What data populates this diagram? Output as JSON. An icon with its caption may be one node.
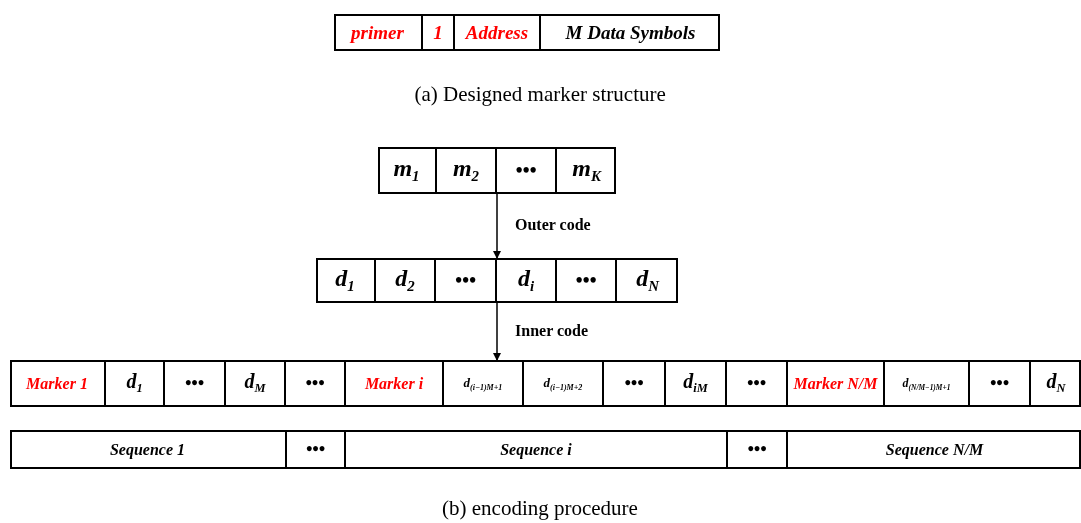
{
  "diagram": {
    "nodes": [
      {
        "text": [],
        "shape": "box"
      },
      {
        "text": [
          "primer"
        ],
        "in": 0
      },
      {
        "text": [
          "1"
        ],
        "in": 0
      },
      {
        "text": [
          "Address"
        ],
        "in": 0
      },
      {
        "text": [
          "M Data Symbols"
        ],
        "in": 0
      },
      {
        "text": [],
        "shape": "box"
      },
      {
        "text": [
          "m$_{1}$"
        ],
        "in": 5
      },
      {
        "text": [
          "m$_{2}$"
        ],
        "in": 5
      },
      {
        "text": [
          "•••"
        ],
        "in": 5
      },
      {
        "text": [
          "m$_{K}$"
        ],
        "in": 5
      },
      {
        "text": [],
        "shape": "box"
      },
      {
        "text": [
          "d$_{1}$"
        ],
        "in": 10
      },
      {
        "text": [
          "d$_{2}$"
        ],
        "in": 10
      },
      {
        "text": [
          "•••"
        ],
        "in": 10
      },
      {
        "text": [
          "d$_{i}$"
        ],
        "in": 10
      },
      {
        "text": [
          "•••"
        ],
        "in": 10
      },
      {
        "text": [
          "d$_{N}$"
        ],
        "in": 10
      },
      {
        "text": [],
        "shape": "box"
      },
      {
        "text": [
          "Marker 1"
        ],
        "in": 17
      },
      {
        "text": [
          "d$_{1}$"
        ],
        "in": 17
      },
      {
        "text": [
          "•••"
        ],
        "in": 17
      },
      {
        "text": [
          "d$_{M}$"
        ],
        "in": 17
      },
      {
        "text": [
          "•••"
        ],
        "in": 17
      },
      {
        "text": [
          "Marker i"
        ],
        "in": 17
      },
      {
        "text": [
          "d$_{(i−1)M+1}$"
        ],
        "in": 17
      },
      {
        "text": [
          "d$_{(i−1)M+2}$"
        ],
        "in": 17
      },
      {
        "text": [
          "•••"
        ],
        "in": 17
      },
      {
        "text": [
          "d$_{iM}$"
        ],
        "in": 17
      },
      {
        "text": [
          "•••"
        ],
        "in": 17
      },
      {
        "text": [
          "Marker N/M"
        ],
        "in": 17
      },
      {
        "text": [
          "d$_{(N/M−1)M+1}$"
        ],
        "in": 17
      },
      {
        "text": [
          "•••"
        ],
        "in": 17
      },
      {
        "text": [
          "d$_{N}$"
        ],
        "in": 17
      },
      {
        "text": [],
        "shape": "box"
      },
      {
        "text": [
          "Sequence 1"
        ],
        "in": 33
      },
      {
        "text": [
          "•••"
        ],
        "in": 33
      },
      {
        "text": [
          "Sequence i"
        ],
        "in": 33
      },
      {
        "text": [
          "•••"
        ],
        "in": 33
      },
      {
        "text": [
          "Sequence N/M"
        ],
        "in": 33
      }
    ],
    "edges": [
      {
        "from": 5,
        "to": 10,
        "arrow": "to",
        "label": "Outer code"
      },
      {
        "from": 10,
        "to": 17,
        "arrow": "to",
        "label": "Inner code"
      }
    ],
    "labels": [
      "(a)  Designed marker structure",
      "(b)  encoding procedure"
    ]
  }
}
